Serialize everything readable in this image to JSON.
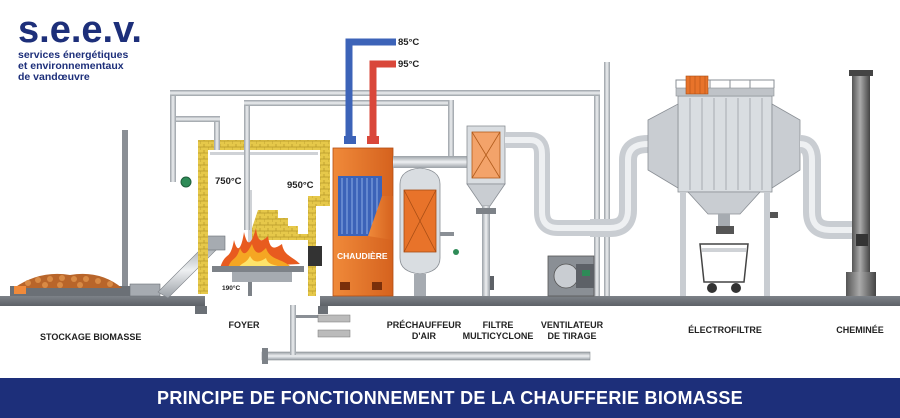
{
  "logo": {
    "brand": "s.e.e.v.",
    "line1": "services énergétiques",
    "line2": "et environnementaux",
    "line3": "de vandœuvre"
  },
  "temperatures": {
    "hot_water_supply": "85°C",
    "hot_water_return": "95°C",
    "furnace_top": "750°C",
    "furnace_chamber": "950°C",
    "grate": "190°C"
  },
  "equipment": {
    "boiler": "CHAUDIÈRE"
  },
  "stages": {
    "storage": "STOCKAGE BIOMASSE",
    "furnace": "FOYER",
    "preheater_line1": "PRÉCHAUFFEUR",
    "preheater_line2": "D'AIR",
    "cyclone_line1": "FILTRE",
    "cyclone_line2": "MULTICYCLONE",
    "fan_line1": "VENTILATEUR",
    "fan_line2": "DE TIRAGE",
    "electrofilter": "ÉLECTROFILTRE",
    "chimney": "CHEMINÉE"
  },
  "banner": {
    "title": "PRINCIPE DE FONCTIONNEMENT DE LA CHAUFFERIE BIOMASSE"
  },
  "colors": {
    "brand_blue": "#1d2f7a",
    "pipe_grey": "#c9cdd2",
    "boiler_orange": "#e8732a",
    "brick_yellow": "#e6c84a",
    "hot_red": "#d9473a",
    "cold_blue": "#3c63b8"
  }
}
